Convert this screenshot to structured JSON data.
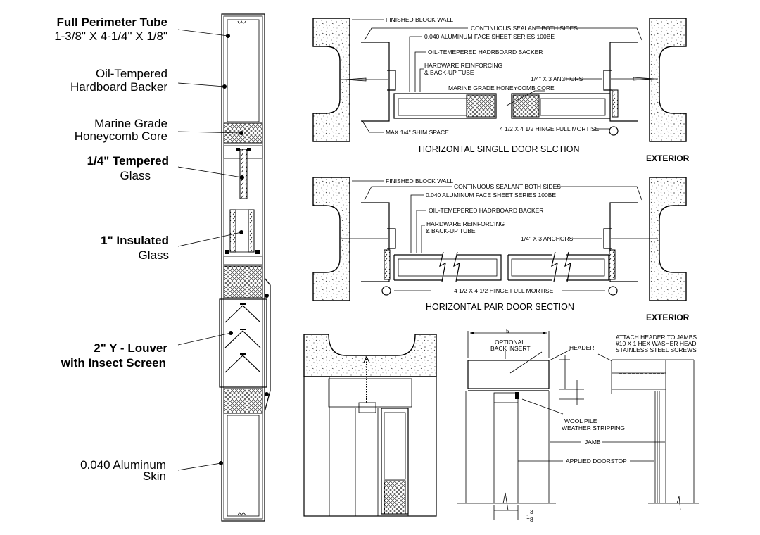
{
  "left_panel": {
    "callouts": [
      {
        "line1": "Full Perimeter Tube",
        "line2": "1-3/8\" X 4-1/4\" X 1/8\"",
        "line1_bold": true
      },
      {
        "line1": "Oil-Tempered",
        "line2": "Hardboard Backer"
      },
      {
        "line1": "Marine Grade",
        "line2": "Honeycomb Core"
      },
      {
        "line1": "1/4\"  Tempered",
        "line2": "Glass",
        "line1_bold": true
      },
      {
        "line1": "1\"  Insulated",
        "line2": "Glass",
        "line1_bold": true
      },
      {
        "line1": "2\"  Y - Louver",
        "line2": "with Insect Screen",
        "bold": true
      },
      {
        "line1": "0.040 Aluminum",
        "line2": "Skin"
      }
    ]
  },
  "single_door_section": {
    "title": "HORIZONTAL SINGLE DOOR SECTION",
    "exterior_label": "EXTERIOR",
    "labels": {
      "finished_block_wall": "FINISHED BLOCK WALL",
      "continuous_sealant": "CONTINUOUS SEALANT BOTH SIDES",
      "face_sheet": "0.040 ALUMINUM FACE SHEET SERIES 100BE",
      "hardboard_backer": "OIL-TEMEPERED HADRBOARD BACKER",
      "hardware_reinforcing_1": "HARDWARE REINFORCING",
      "hardware_reinforcing_2": "& BACK-UP TUBE",
      "anchors": "1/4\" X 3 ANCHORS",
      "honeycomb_core": "MARINE GRADE HONEYCOMB CORE",
      "shim_space": "MAX 1/4\" SHIM SPACE",
      "hinge": "4 1/2 X 4 1/2 HINGE FULL MORTISE"
    }
  },
  "pair_door_section": {
    "title": "HORIZONTAL PAIR DOOR SECTION",
    "exterior_label": "EXTERIOR",
    "labels": {
      "finished_block_wall": "FINISHED BLOCK WALL",
      "continuous_sealant": "CONTINUOUS SEALANT BOTH SIDES",
      "face_sheet": "0.040 ALUMINUM FACE SHEET SERIES 100BE",
      "hardboard_backer": "OIL-TEMEPERED HADRBOARD BACKER",
      "hardware_reinforcing_1": "HARDWARE REINFORCING",
      "hardware_reinforcing_2": "& BACK-UP TUBE",
      "anchors": "1/4\" X 3 ANCHORS",
      "hinge": "4 1/2 X 4 1/2 HINGE FULL MORTISE"
    }
  },
  "header_detail": {
    "dimension_top": "5",
    "optional_back_insert_1": "OPTIONAL",
    "optional_back_insert_2": "BACK INSERT",
    "header": "HEADER",
    "attach_1": "ATTACH HEADER TO JAMBS",
    "attach_2": "#10 X 1 HEX WASHER HEAD",
    "attach_3": "STAINLESS STEEL SCREWS",
    "wool_pile_1": "WOOL PILE",
    "wool_pile_2": "WEATHER STRIPPING",
    "jamb": "JAMB",
    "applied_doorstop": "APPLIED DOORSTOP",
    "dim_bottom_whole": "1",
    "dim_bottom_num": "3",
    "dim_bottom_den": "8"
  }
}
